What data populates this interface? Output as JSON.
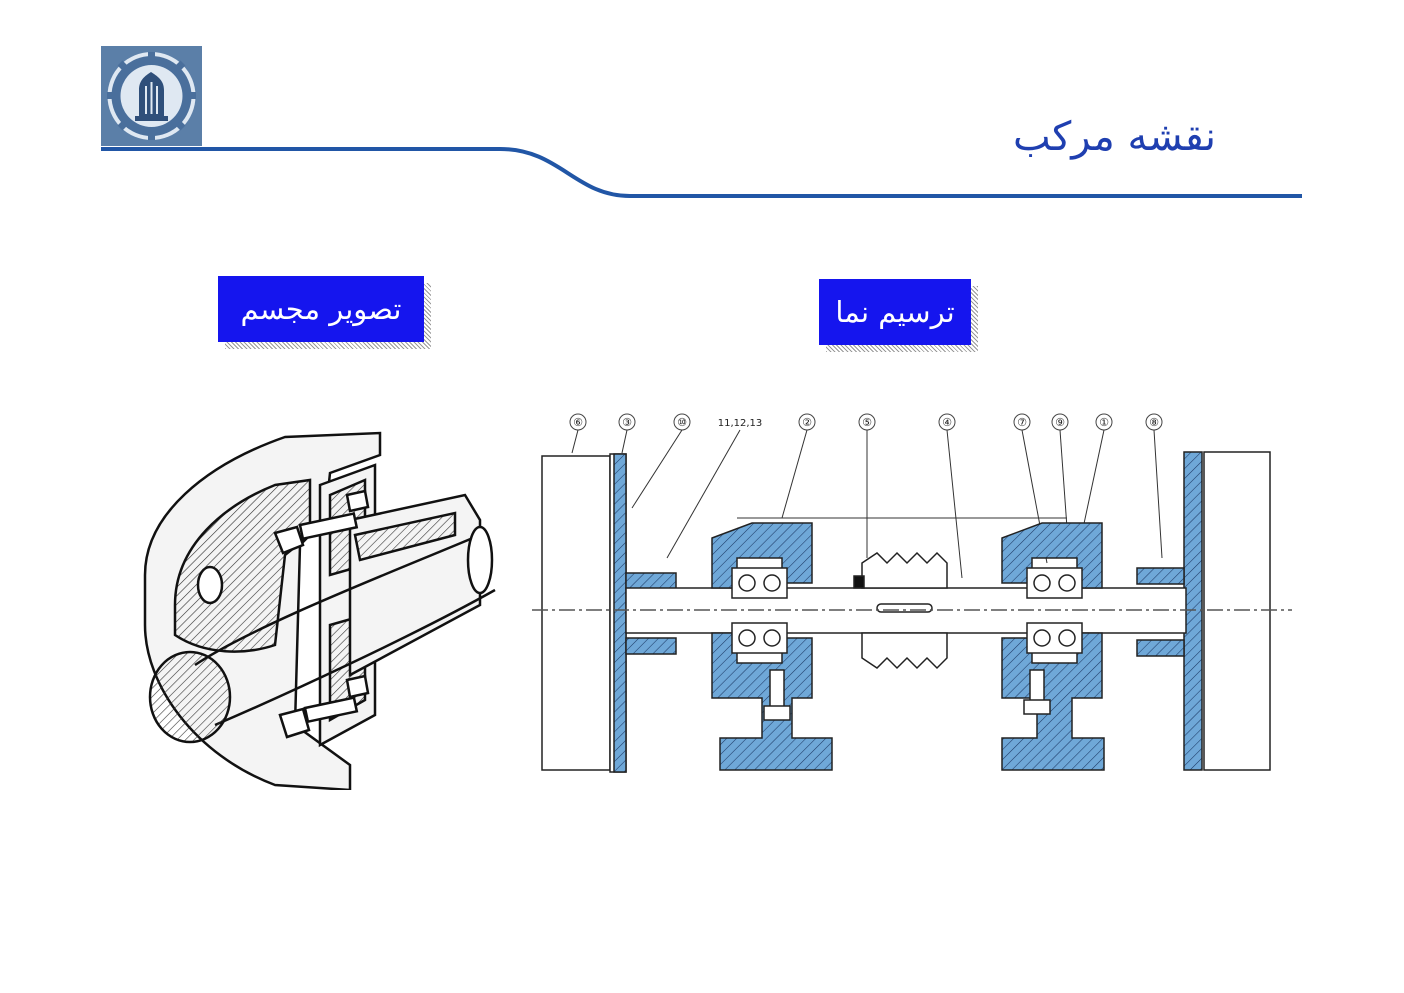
{
  "slide": {
    "title": "نقشه مرکب",
    "accent_color": "#1f3fb0",
    "rule_color": "#2156a6"
  },
  "labels": {
    "pictorial": "تصویر مجسم",
    "drafting": "ترسیم نما",
    "box_color": "#1515ee"
  },
  "logo": {
    "icon": "university-seal-icon"
  },
  "drawing": {
    "callouts": [
      "⑥",
      "③",
      "⑩",
      "11,12,13",
      "②",
      "⑤",
      "④",
      "⑦",
      "⑨",
      "①",
      "⑧"
    ],
    "section_color": "#6fa8d8"
  }
}
